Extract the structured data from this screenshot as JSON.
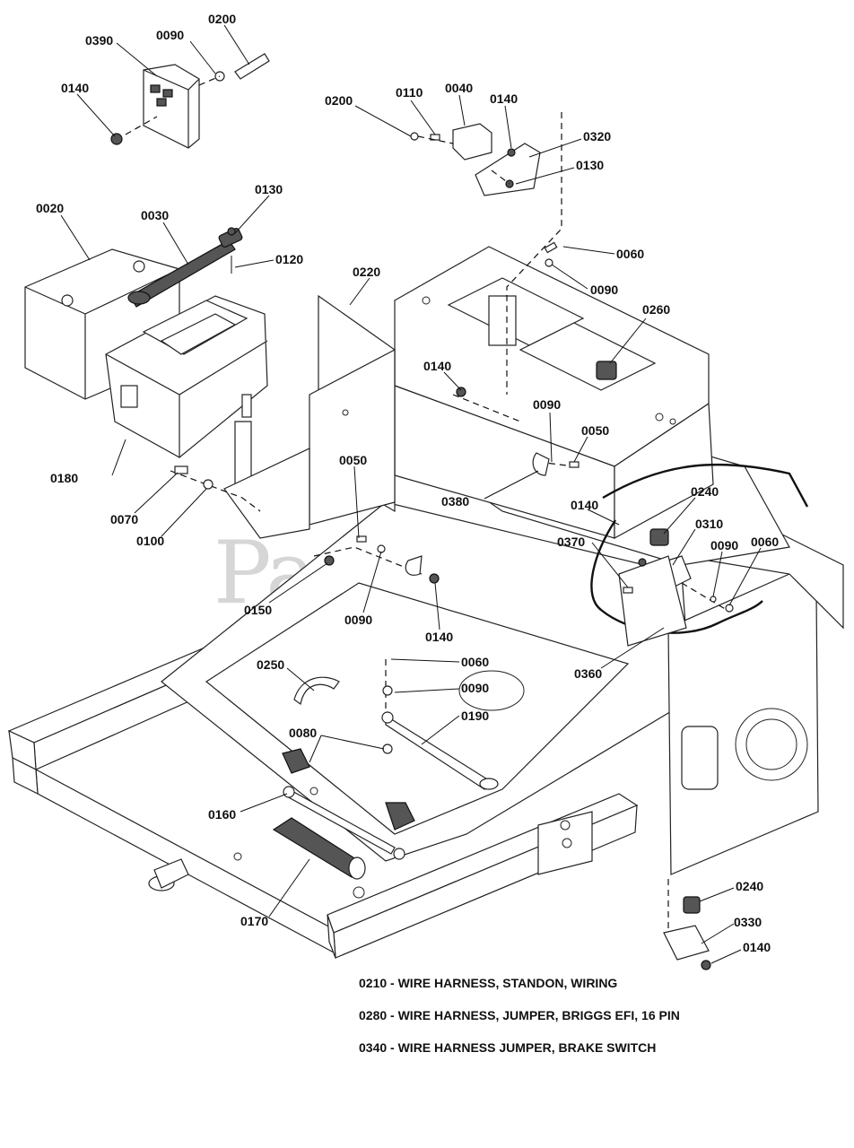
{
  "watermark": "PartsTree",
  "callouts": [
    {
      "id": "c0200a",
      "text": "0200"
    },
    {
      "id": "c0390",
      "text": "0390"
    },
    {
      "id": "c0090a",
      "text": "0090"
    },
    {
      "id": "c0140a",
      "text": "0140"
    },
    {
      "id": "c0200b",
      "text": "0200"
    },
    {
      "id": "c0110",
      "text": "0110"
    },
    {
      "id": "c0040",
      "text": "0040"
    },
    {
      "id": "c0140b",
      "text": "0140"
    },
    {
      "id": "c0320",
      "text": "0320"
    },
    {
      "id": "c0130a",
      "text": "0130"
    },
    {
      "id": "c0020",
      "text": "0020"
    },
    {
      "id": "c0030",
      "text": "0030"
    },
    {
      "id": "c0130b",
      "text": "0130"
    },
    {
      "id": "c0120",
      "text": "0120"
    },
    {
      "id": "c0060a",
      "text": "0060"
    },
    {
      "id": "c0090b",
      "text": "0090"
    },
    {
      "id": "c0220",
      "text": "0220"
    },
    {
      "id": "c0260",
      "text": "0260"
    },
    {
      "id": "c0140c",
      "text": "0140"
    },
    {
      "id": "c0090c",
      "text": "0090"
    },
    {
      "id": "c0050a",
      "text": "0050"
    },
    {
      "id": "c0180",
      "text": "0180"
    },
    {
      "id": "c0050b",
      "text": "0050"
    },
    {
      "id": "c0380",
      "text": "0380"
    },
    {
      "id": "c0140d",
      "text": "0140"
    },
    {
      "id": "c0240a",
      "text": "0240"
    },
    {
      "id": "c0070",
      "text": "0070"
    },
    {
      "id": "c0310",
      "text": "0310"
    },
    {
      "id": "c0100",
      "text": "0100"
    },
    {
      "id": "c0370",
      "text": "0370"
    },
    {
      "id": "c0090d",
      "text": "0090"
    },
    {
      "id": "c0060b",
      "text": "0060"
    },
    {
      "id": "c0150",
      "text": "0150"
    },
    {
      "id": "c0090e",
      "text": "0090"
    },
    {
      "id": "c0140e",
      "text": "0140"
    },
    {
      "id": "c0250",
      "text": "0250"
    },
    {
      "id": "c0060c",
      "text": "0060"
    },
    {
      "id": "c0360",
      "text": "0360"
    },
    {
      "id": "c0090f",
      "text": "0090"
    },
    {
      "id": "c0190",
      "text": "0190"
    },
    {
      "id": "c0080",
      "text": "0080"
    },
    {
      "id": "c0160",
      "text": "0160"
    },
    {
      "id": "c0170",
      "text": "0170"
    },
    {
      "id": "c0240b",
      "text": "0240"
    },
    {
      "id": "c0330",
      "text": "0330"
    },
    {
      "id": "c0140f",
      "text": "0140"
    }
  ],
  "notes": [
    "0210 - WIRE HARNESS, STANDON, WIRING",
    "0280 - WIRE HARNESS, JUMPER, BRIGGS EFI, 16 PIN",
    "0340 - WIRE HARNESS JUMPER, BRAKE SWITCH"
  ]
}
